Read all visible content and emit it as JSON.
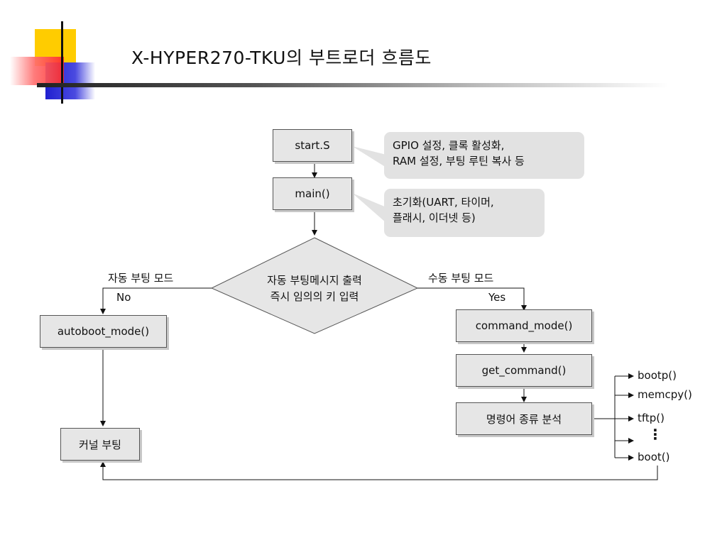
{
  "title": "X-HYPER270-TKU의 부트로더 흐름도",
  "colors": {
    "accent_yellow": "#ffcc00",
    "accent_red": "#ff3333",
    "accent_blue": "#2424d4",
    "box_fill": "#e6e6e6"
  },
  "flow": {
    "start": "start.S",
    "start_note": "GPIO 설정, 클록 활성화,\nRAM 설정, 부팅 루틴 복사 등",
    "main": "main()",
    "main_note": "초기화(UART, 타이머,\n플래시, 이더넷 등)",
    "decision": "자동 부팅메시지 출력\n즉시 임의의 키 입력",
    "left_branch": {
      "mode": "자동 부팅 모드",
      "answer": "No"
    },
    "right_branch": {
      "mode": "수동 부팅 모드",
      "answer": "Yes"
    },
    "autoboot": "autoboot_mode()",
    "kernel": "커널 부팅",
    "command_mode": "command_mode()",
    "get_command": "get_command()",
    "classify": "명령어 종류 분석",
    "commands": [
      "bootp()",
      "memcpy()",
      "tftp()",
      "⋮",
      "boot()"
    ]
  }
}
